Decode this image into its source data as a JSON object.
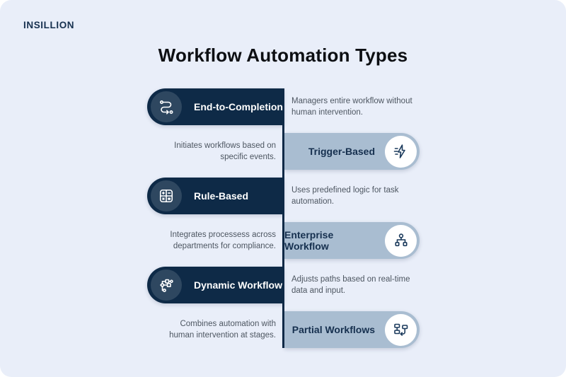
{
  "brand": {
    "logo": "INSILLION"
  },
  "header": {
    "title": "Workflow Automation Types"
  },
  "colors": {
    "card_background": "#E9EEF9",
    "dark_pill": "#0E2A47",
    "dark_pill_icon_circle": "#2E4760",
    "light_pill": "#A9BDD1",
    "light_pill_icon_circle": "#FFFFFF",
    "dark_label_text": "#FFFFFF",
    "light_label_text": "#16304F",
    "description_text": "#4D5661",
    "divider": "#0E2A47"
  },
  "rows": [
    {
      "side": "left",
      "icon": "route-icon",
      "label": "End-to-Completion",
      "description": "Managers entire workflow without\nhuman intervention."
    },
    {
      "side": "right",
      "icon": "lightning-icon",
      "label": "Trigger-Based",
      "description": "Initiates workflows based on\nspecific events."
    },
    {
      "side": "left",
      "icon": "math-operations-icon",
      "label": "Rule-Based",
      "description": "Uses predefined logic for task\nautomation."
    },
    {
      "side": "right",
      "icon": "org-chart-icon",
      "label": "Enterprise Workflow",
      "description": "Integrates processess across\ndepartments for compliance."
    },
    {
      "side": "left",
      "icon": "flowchart-icon",
      "label": "Dynamic Workflow",
      "description": "Adjusts paths based on real-time\ndata and input."
    },
    {
      "side": "right",
      "icon": "partial-workflow-icon",
      "label": "Partial Workflows",
      "description": "Combines automation with\nhuman intervention at stages."
    }
  ]
}
